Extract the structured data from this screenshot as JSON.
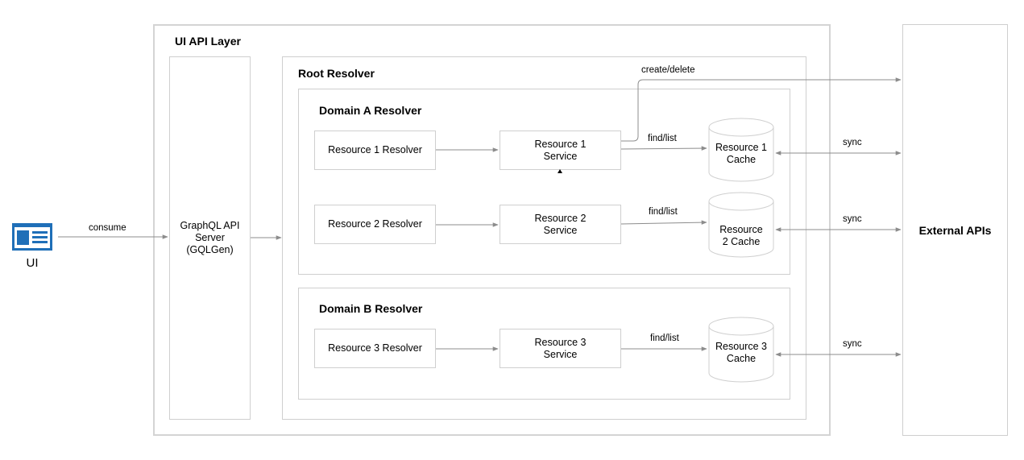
{
  "ui_client": {
    "label": "UI",
    "icon": "browser-window-icon"
  },
  "ui_api_layer": {
    "title": "UI API Layer"
  },
  "graphql_server": {
    "label": "GraphQL API\nServer\n(GQLGen)"
  },
  "root_resolver": {
    "title": "Root Resolver"
  },
  "domain_a": {
    "title": "Domain A Resolver",
    "resolvers": [
      "Resource 1 Resolver",
      "Resource 2 Resolver"
    ],
    "services": [
      "Resource 1\nService",
      "Resource 2\nService"
    ],
    "caches": [
      "Resource 1\nCache",
      "Resource\n2 Cache"
    ]
  },
  "domain_b": {
    "title": "Domain B Resolver",
    "resolvers": [
      "Resource 3 Resolver"
    ],
    "services": [
      "Resource 3\nService"
    ],
    "caches": [
      "Resource 3\nCache"
    ]
  },
  "external_apis": {
    "label": "External APIs"
  },
  "edge_labels": {
    "consume": "consume",
    "create_delete": "create/delete",
    "find_list": "find/list",
    "sync": "sync"
  },
  "colors": {
    "line": "#8c8c8c",
    "border": "#cfcfcf",
    "icon": "#1f6fb8"
  }
}
